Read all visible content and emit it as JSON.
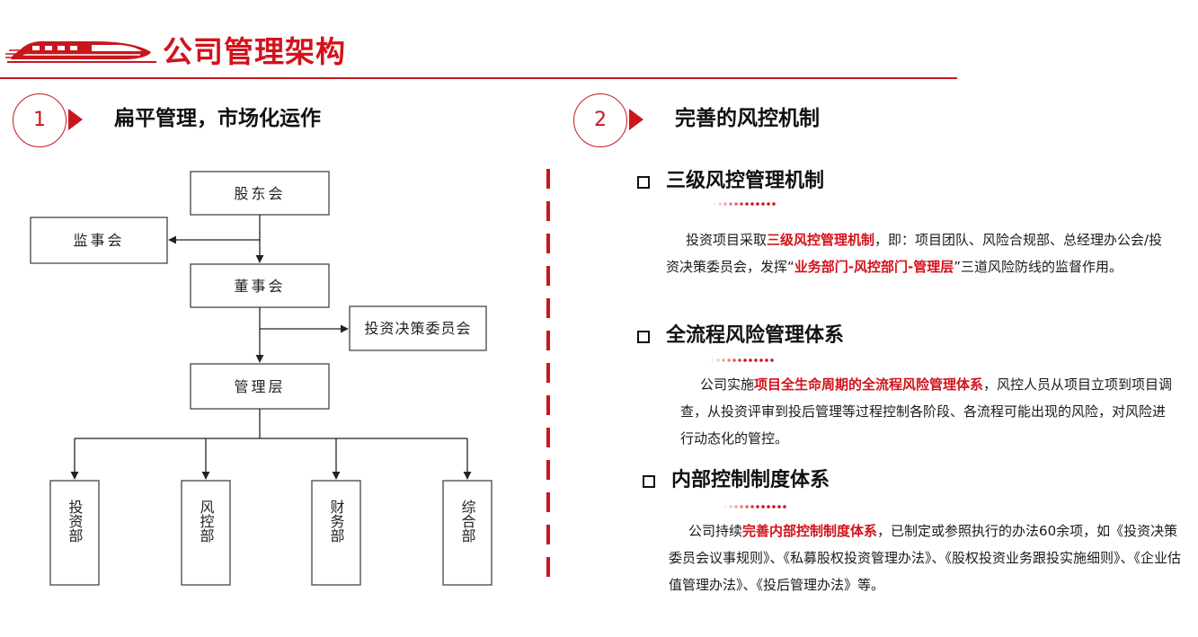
{
  "header": {
    "title": "公司管理架构",
    "logo_icon": "high-speed-train-icon"
  },
  "section1": {
    "number": "1",
    "title": "扁平管理，市场化运作",
    "org_chart": {
      "shareholders": "股东会",
      "supervisors": "监事会",
      "board": "董事会",
      "investment_committee": "投资决策委员会",
      "management": "管理层",
      "departments": [
        "投资部",
        "风控部",
        "财务部",
        "综合部"
      ]
    }
  },
  "section2": {
    "number": "2",
    "title": "完善的风控机制",
    "items": [
      {
        "heading": "三级风控管理机制",
        "text_1": "投资项目采取",
        "em_1": "三级风控管理机制",
        "text_2": "，即：项目团队、风险合规部、总经理办公会/投资决策委员会，发挥“",
        "em_2": "业务部门-风控部门-管理层",
        "text_3": "”三道风险防线的监督作用。"
      },
      {
        "heading": "全流程风险管理体系",
        "text_1": "公司实施",
        "em_1": "项目全生命周期的全流程风险管理体系",
        "text_2": "，风控人员从项目立项到项目调查，从投资评审到投后管理等过程控制各阶段、各流程可能出现的风险，对风险进行动态化的管控。"
      },
      {
        "heading": "内部控制制度体系",
        "text_1": "公司持续",
        "em_1": "完善内部控制制度体系",
        "text_2": "，已制定或参照执行的办法60余项，如《投资决策委员会议事规则》、《私募股权投资管理办法》、《股权投资业务跟投实施细则》、《企业估值管理办法》、《投后管理办法》等。"
      }
    ]
  },
  "colors": {
    "accent": "#d3121b",
    "rule": "#c9161d",
    "text": "#1a1a1a"
  }
}
